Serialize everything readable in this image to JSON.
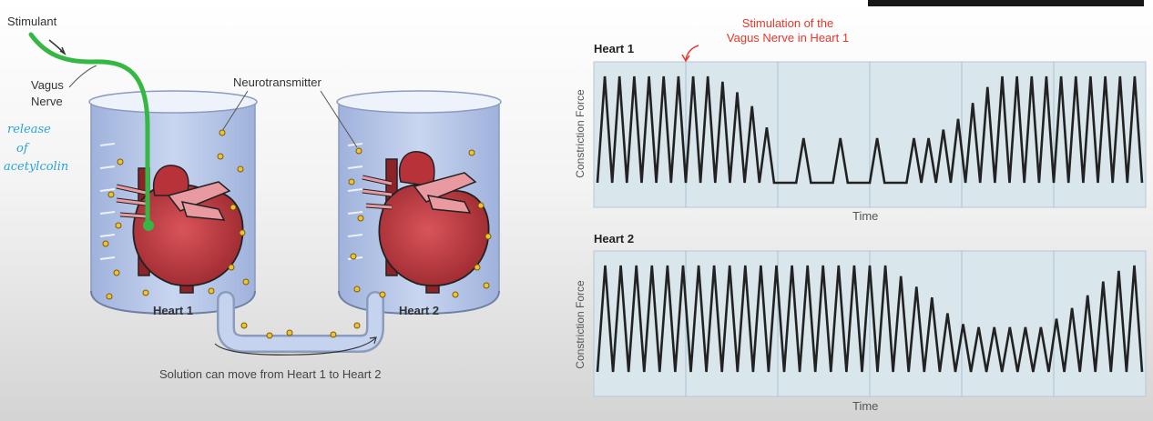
{
  "diagram": {
    "stimulant_label": "Stimulant",
    "vagus_label_line1": "Vagus",
    "vagus_label_line2": "Nerve",
    "neurotransmitter_label": "Neurotransmitter",
    "heart1_label": "Heart 1",
    "heart2_label": "Heart 2",
    "caption": "Solution can move from Heart 1 to Heart 2",
    "handwritten_note": [
      "release",
      "of",
      "acetylcolin"
    ]
  },
  "chart_data": [
    {
      "type": "line",
      "title": "Heart 1",
      "xlabel": "Time",
      "ylabel": "Constriction Force",
      "annotation": [
        "Stimulation of the",
        "Vagus Nerve in Heart 1"
      ],
      "grid": "vertical",
      "series": [
        {
          "peaks": [
            1,
            1,
            1,
            1,
            1,
            1,
            1,
            1,
            0.95,
            0.85,
            0.72,
            0.52,
            0.42,
            0.42,
            0.42,
            0.42,
            0.42,
            0.5,
            0.6,
            0.75,
            0.9,
            1,
            1,
            1,
            1,
            1,
            1,
            1,
            1,
            1,
            1
          ],
          "peak_gaps": [
            0,
            0,
            0,
            0,
            0,
            0,
            0,
            0,
            0,
            0,
            0,
            0,
            3,
            3,
            3,
            3,
            0,
            0,
            0,
            0,
            0,
            0,
            0,
            0,
            0,
            0,
            0,
            0,
            0,
            0,
            0
          ]
        }
      ]
    },
    {
      "type": "line",
      "title": "Heart 2",
      "xlabel": "Time",
      "ylabel": "Constriction Force",
      "grid": "vertical",
      "series": [
        {
          "peaks": [
            1,
            1,
            1,
            1,
            1,
            1,
            1,
            1,
            1,
            1,
            1,
            1,
            1,
            1,
            1,
            1,
            1,
            1,
            1,
            0.9,
            0.8,
            0.7,
            0.55,
            0.45,
            0.42,
            0.42,
            0.42,
            0.42,
            0.42,
            0.5,
            0.6,
            0.72,
            0.85,
            0.95,
            1
          ]
        }
      ]
    }
  ],
  "colors": {
    "water": "#b9c9e8",
    "heart": "#c23a3f",
    "nerve": "#35b843",
    "dot": "#f0c431",
    "chart_bg": "#d9e6ec",
    "chart_line": "#222222",
    "annotation": "#e8362b"
  }
}
